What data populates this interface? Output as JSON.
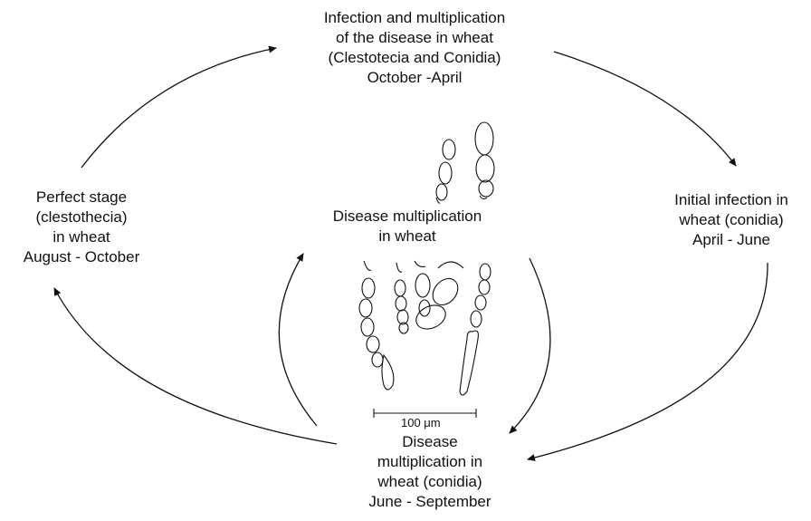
{
  "stages": {
    "top": {
      "lines": [
        "Infection and multiplication",
        "of the disease in wheat",
        "(Clestotecia and Conidia)",
        "October -April"
      ]
    },
    "right": {
      "lines": [
        "Initial infection in",
        "wheat (conidia)",
        "April - June"
      ]
    },
    "bottom": {
      "lines": [
        "Disease",
        "multiplication in",
        "wheat (conidia)",
        "June - September"
      ]
    },
    "left": {
      "lines": [
        "Perfect stage",
        "(clestothecia)",
        "in wheat",
        "August - October"
      ]
    },
    "center": {
      "lines": [
        "Disease multiplication",
        "in wheat"
      ]
    }
  },
  "scale_bar": {
    "label": "100 μm"
  },
  "colors": {
    "ink": "#111111",
    "background": "#ffffff"
  }
}
